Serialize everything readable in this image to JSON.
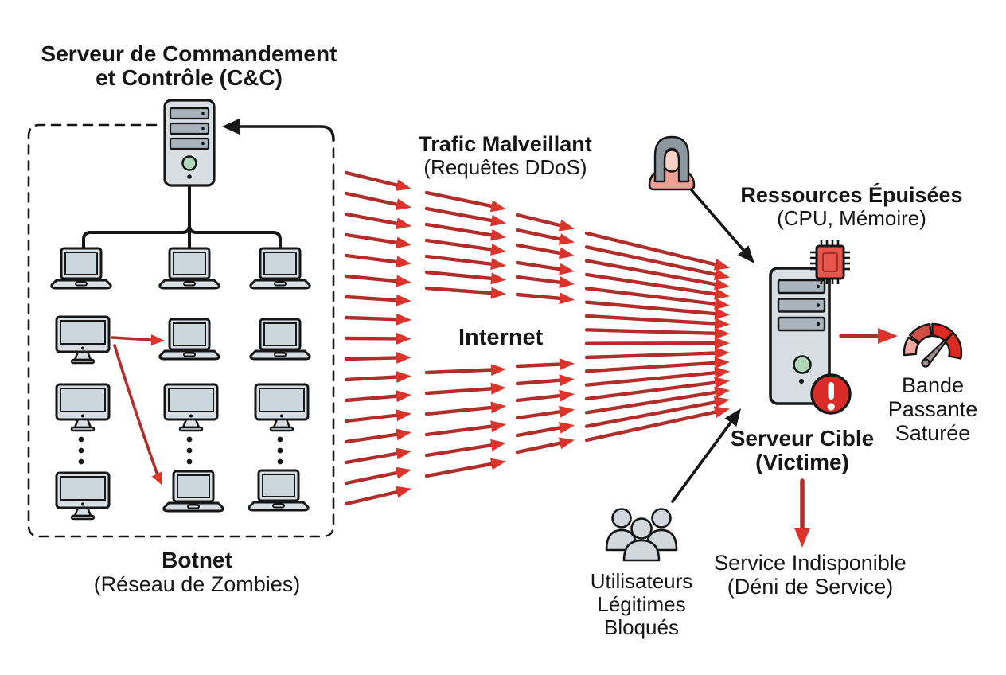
{
  "diagram": {
    "cc_server": {
      "label1": "Serveur de Commandement",
      "label2": "et Contrôle (C&C)",
      "icon": "server-tower-icon"
    },
    "botnet": {
      "label": "Botnet",
      "sublabel": "(Réseau de Zombies)",
      "devices": [
        "laptop-icon",
        "laptop-icon",
        "laptop-icon",
        "desktop-monitor-icon",
        "laptop-icon",
        "laptop-icon",
        "desktop-monitor-icon",
        "desktop-monitor-icon",
        "desktop-monitor-icon",
        "desktop-monitor-icon",
        "laptop-icon",
        "laptop-icon"
      ]
    },
    "traffic": {
      "label": "Trafic Malveillant",
      "sublabel": "(Requêtes DDoS)"
    },
    "internet": {
      "label": "Internet"
    },
    "attacker": {
      "icon": "attacker-person-icon"
    },
    "resources": {
      "label": "Ressources Épuisées",
      "sublabel": "(CPU, Mémoire)",
      "icon": "cpu-chip-icon"
    },
    "target_server": {
      "label": "Serveur Cible",
      "sublabel": "(Victime)",
      "icon": "server-tower-icon",
      "badge_icon": "alert-exclamation-icon"
    },
    "bandwidth": {
      "line1": "Bande",
      "line2": "Passante",
      "line3": "Saturée",
      "icon": "speedometer-gauge-icon"
    },
    "service_down": {
      "label": "Service Indisponible",
      "sublabel": "(Déni de Service)"
    },
    "blocked_users": {
      "line1": "Utilisateurs",
      "line2": "Légitimes",
      "line3": "Bloqués",
      "icon": "user-group-icon"
    }
  },
  "colors": {
    "background": "#ffffff",
    "ink_black": "#161616",
    "arrow_line_red": "#b22d29",
    "arrow_head_red": "#dc342b",
    "device_fill": "#d7dee4",
    "device_screen": "#ccd6dd",
    "slot_fill": "#a9b4bd",
    "led_green": "#aed8b8",
    "chip_red": "#e6564c",
    "alert_red": "#d92b28",
    "gauge_low": "#efa8a1",
    "gauge_mid": "#d14d45",
    "gauge_high": "#dc2a20",
    "needle_gray": "#9b9090",
    "people_fill": "#d2d8de",
    "hair_gray": "#8d979e",
    "skin_pink": "#f7d2c6",
    "shirt_salmon": "#f0a096"
  }
}
